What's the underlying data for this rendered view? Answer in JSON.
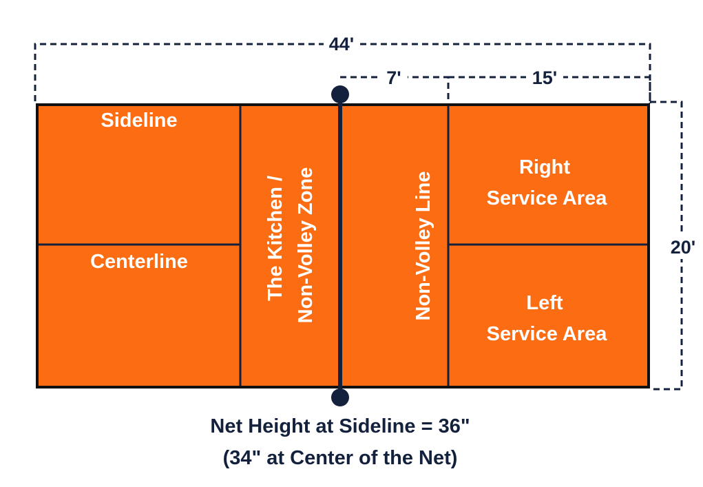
{
  "dimensions": {
    "length": "44'",
    "kitchen_depth": "7'",
    "service_depth": "15'",
    "width": "20'"
  },
  "labels": {
    "sideline": "Sideline",
    "centerline": "Centerline",
    "kitchen_line1": "The Kitchen /",
    "kitchen_line2": "Non-Volley Zone",
    "non_volley_line": "Non-Volley Line",
    "right_service_line1": "Right",
    "right_service_line2": "Service Area",
    "left_service_line1": "Left",
    "left_service_line2": "Service Area"
  },
  "caption": {
    "line1": "Net Height at Sideline = 36\"",
    "line2": "(34\" at Center of the Net)"
  },
  "colors": {
    "court": "#fc6c13",
    "lines": "#14213d",
    "label_text": "#ffffff"
  }
}
